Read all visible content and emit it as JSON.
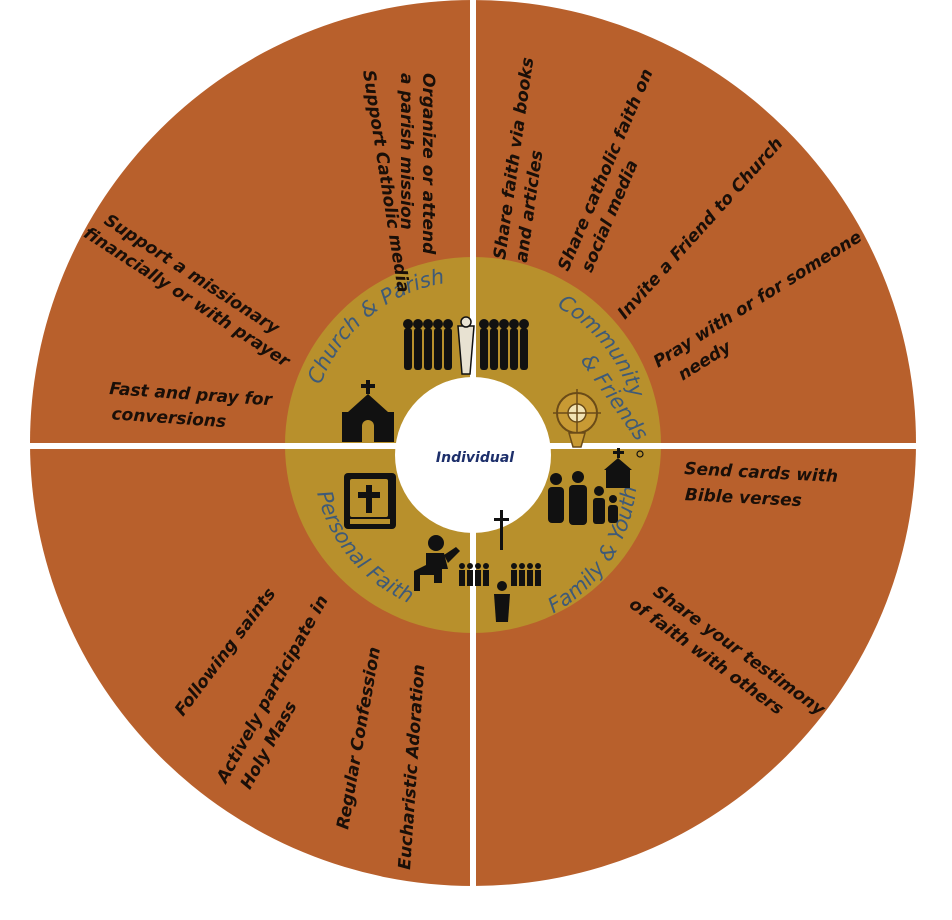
{
  "colors": {
    "outer": "#b8602c",
    "middle": "#b8902c",
    "center": "#ffffff",
    "divider": "#ffffff",
    "act_text": "#1a0f08",
    "ring_text": "#3e5a78",
    "center_text": "#1d2f6b"
  },
  "center": {
    "label": "Individual"
  },
  "quadrants": {
    "church_parish": {
      "ring_label": "Church & Parish",
      "icons": [
        "congregation-icon",
        "church-icon"
      ],
      "activities": [
        {
          "lines": [
            "Organize or attend",
            "a parish mission"
          ]
        },
        {
          "lines": [
            "Support Catholic media"
          ]
        },
        {
          "lines": [
            "Support a missionary",
            "financially or with prayer"
          ]
        },
        {
          "lines": [
            "Fast and pray for",
            "conversions"
          ]
        }
      ]
    },
    "community_friends": {
      "ring_label_1": "Community",
      "ring_label_2": "& Friends",
      "icons": [
        "monstrance-icon"
      ],
      "activities": [
        {
          "lines": [
            "Share faith via books",
            "and articles"
          ]
        },
        {
          "lines": [
            "Share catholic faith on",
            "social media"
          ]
        },
        {
          "lines": [
            "Invite a Friend to Church"
          ]
        },
        {
          "lines": [
            "Pray with or for someone",
            "needy"
          ]
        }
      ]
    },
    "family_youth": {
      "ring_label": "Family & Youth",
      "icons": [
        "family-icon",
        "chapel-icon",
        "procession-icon"
      ],
      "activities": [
        {
          "lines": [
            "Send cards with",
            "Bible verses"
          ]
        },
        {
          "lines": [
            "Share your testimony",
            "of faith with others"
          ]
        }
      ]
    },
    "personal_faith": {
      "ring_label": "Personal Faith",
      "icons": [
        "bible-icon",
        "kneeling-prayer-icon"
      ],
      "activities": [
        {
          "lines": [
            "Following saints"
          ]
        },
        {
          "lines": [
            "Actively participate in",
            "Holy Mass"
          ]
        },
        {
          "lines": [
            "Regular Confession"
          ]
        },
        {
          "lines": [
            "Eucharistic Adoration"
          ]
        }
      ]
    }
  }
}
